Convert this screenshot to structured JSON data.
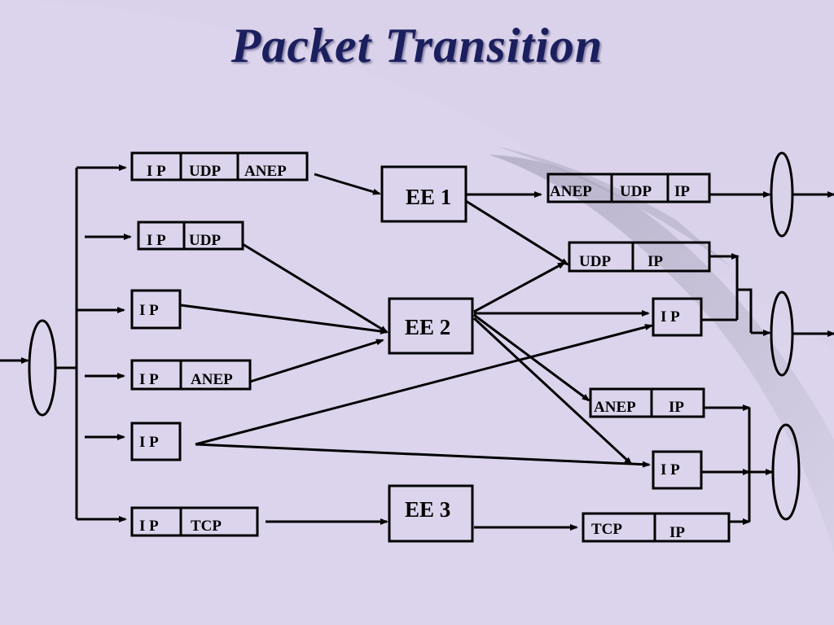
{
  "title": "Packet Transition",
  "ee_blocks": {
    "ee1": "EE 1",
    "ee2": "EE 2",
    "ee3": "EE 3"
  },
  "input_packets": [
    [
      "I P",
      "UDP",
      "ANEP"
    ],
    [
      "I P",
      "UDP"
    ],
    [
      "I P"
    ],
    [
      "I P",
      "ANEP"
    ],
    [
      "I P"
    ],
    [
      "I P",
      "TCP"
    ]
  ],
  "output_packets": [
    [
      "ANEP",
      "UDP",
      "IP"
    ],
    [
      "UDP",
      "IP"
    ],
    [
      "I P"
    ],
    [
      "ANEP",
      "IP"
    ],
    [
      "I P"
    ],
    [
      "TCP",
      "IP"
    ]
  ],
  "colors": {
    "background": "#dcd4ec",
    "title": "#1c1f5e",
    "lines": "#000000"
  }
}
